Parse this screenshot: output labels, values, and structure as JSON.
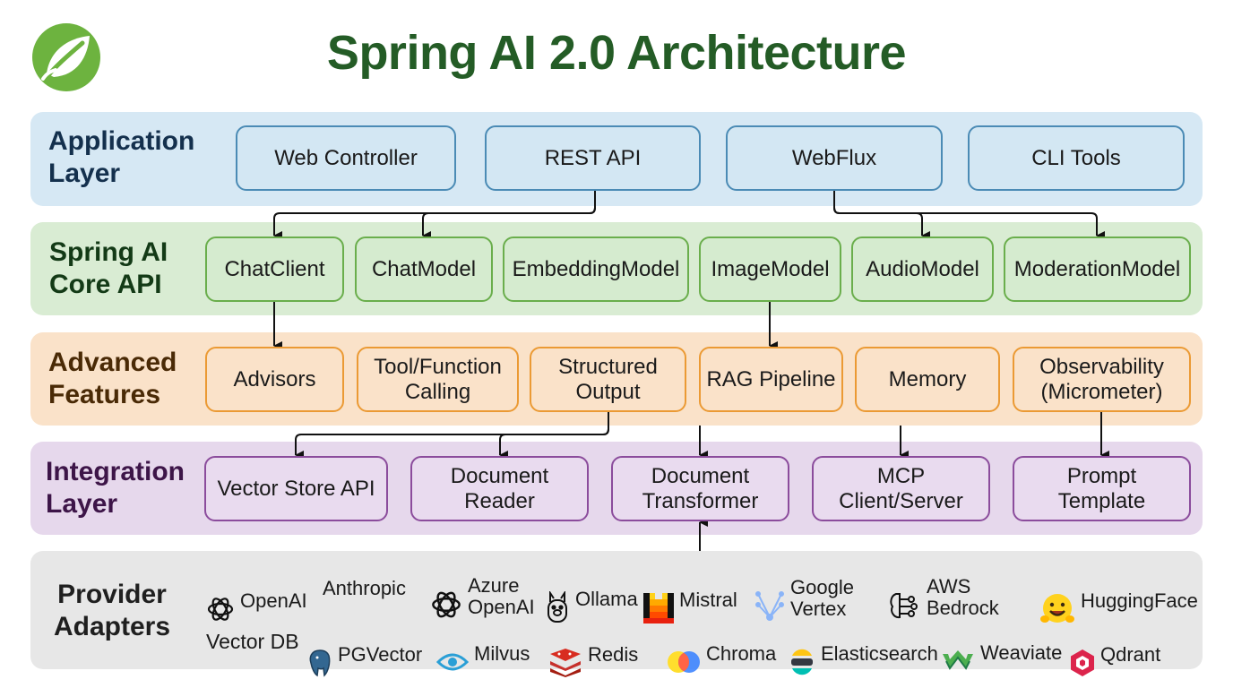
{
  "title": "Spring AI 2.0 Architecture",
  "logo": {
    "icon": "spring-leaf-icon",
    "color": "#6db33f"
  },
  "layers": {
    "application": {
      "label": "Application\nLayer",
      "components": [
        "Web Controller",
        "REST API",
        "WebFlux",
        "CLI Tools"
      ]
    },
    "core": {
      "label": "Spring AI\nCore API",
      "components": [
        "ChatClient",
        "ChatModel",
        "EmbeddingModel",
        "ImageModel",
        "AudioModel",
        "ModerationModel"
      ]
    },
    "advanced": {
      "label": "Advanced\nFeatures",
      "components": [
        "Advisors",
        "Tool/Function\nCalling",
        "Structured\nOutput",
        "RAG Pipeline",
        "Memory",
        "Observability\n(Micrometer)"
      ]
    },
    "integration": {
      "label": "Integration\nLayer",
      "components": [
        "Vector Store API",
        "Document\nReader",
        "Document\nTransformer",
        "MCP\nClient/Server",
        "Prompt\nTemplate"
      ]
    },
    "providers": {
      "label": "Provider\nAdapters",
      "model_providers": [
        {
          "name": "OpenAI",
          "icon": "openai-icon"
        },
        {
          "name": "Anthropic",
          "icon": ""
        },
        {
          "name": "Azure\nOpenAI",
          "icon": "openai-icon"
        },
        {
          "name": "Ollama",
          "icon": "ollama-icon"
        },
        {
          "name": "Mistral",
          "icon": "mistral-icon"
        },
        {
          "name": "Google\nVertex",
          "icon": "google-vertex-icon"
        },
        {
          "name": "AWS\nBedrock",
          "icon": "aws-bedrock-icon"
        },
        {
          "name": "HuggingFace",
          "icon": "huggingface-icon"
        }
      ],
      "vector_db_label": "Vector DB",
      "vector_dbs": [
        {
          "name": "PGVector",
          "icon": "postgres-elephant-icon"
        },
        {
          "name": "Milvus",
          "icon": "milvus-eye-icon"
        },
        {
          "name": "Redis",
          "icon": "redis-icon"
        },
        {
          "name": "Chroma",
          "icon": "chroma-icon"
        },
        {
          "name": "Elasticsearch",
          "icon": "elasticsearch-icon"
        },
        {
          "name": "Weaviate",
          "icon": "weaviate-icon"
        },
        {
          "name": "Qdrant",
          "icon": "qdrant-icon"
        }
      ]
    }
  },
  "colors": {
    "title": "#245c26",
    "application_band": "#d6e8f4",
    "core_band": "#d9ecd3",
    "advanced_band": "#fae2c9",
    "integration_band": "#e6d8ec",
    "provider_band": "#e7e7e7"
  }
}
